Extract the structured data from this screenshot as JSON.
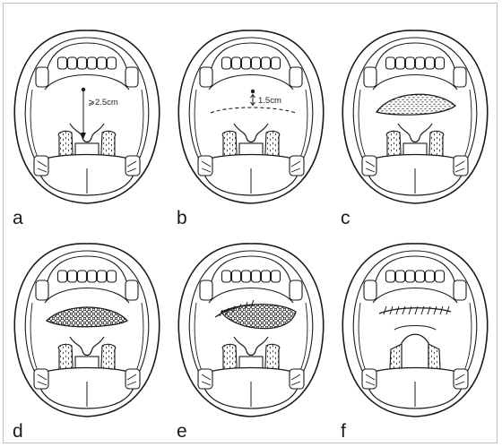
{
  "panels": [
    {
      "label": "a",
      "measure": "⩾2.5cm",
      "variant": "measure-long"
    },
    {
      "label": "b",
      "measure": "1.5cm",
      "variant": "measure-short"
    },
    {
      "label": "c",
      "measure": "",
      "variant": "flap-dense"
    },
    {
      "label": "d",
      "measure": "",
      "variant": "flap-mesh"
    },
    {
      "label": "e",
      "measure": "",
      "variant": "flap-partial-suture"
    },
    {
      "label": "f",
      "measure": "",
      "variant": "suture-line"
    }
  ],
  "colors": {
    "line": "#1a1a1a",
    "frame": "#bfbfbf"
  }
}
